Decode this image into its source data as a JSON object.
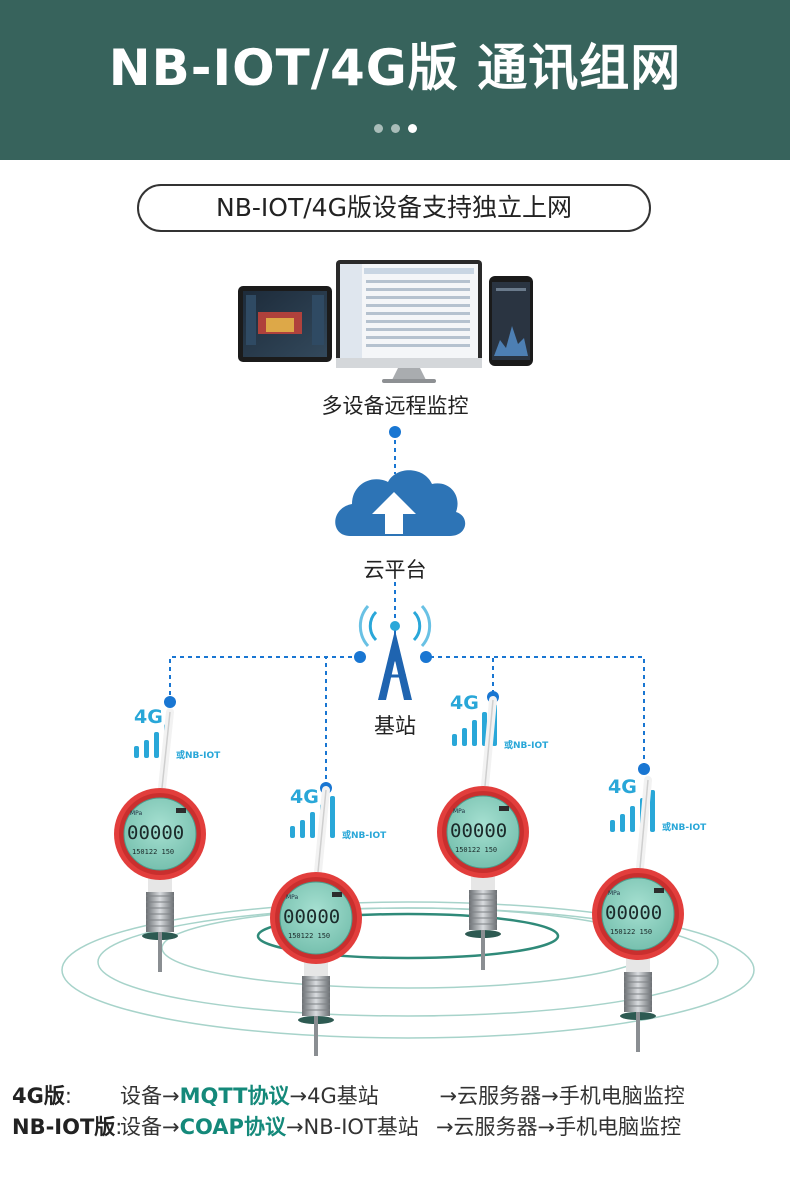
{
  "header": {
    "title": "NB-IOT/4G版 通讯组网"
  },
  "subtitle": "NB-IOT/4G版设备支持独立上网",
  "labels": {
    "monitor": "多设备远程监控",
    "cloud": "云平台",
    "base_station": "基站"
  },
  "device": {
    "signal_label": "4G",
    "alt_label": "或NB-IOT",
    "display_value": "00000",
    "display_sub": "150122 150",
    "display_unit": "MPa"
  },
  "legend": [
    {
      "name": "4G版",
      "sep": ":",
      "pre": "设备→",
      "protocol": "MQTT协议",
      "rest": "→4G基站",
      "tail": "→云服务器→手机电脑监控"
    },
    {
      "name": "NB-IOT版",
      "sep": ":",
      "pre": "设备→",
      "protocol": "COAP协议",
      "rest": "→NB-IOT基站",
      "tail": "→云服务器→手机电脑监控"
    }
  ],
  "colors": {
    "header_bg": "#37635c",
    "accent_blue": "#1976d2",
    "cloud_blue": "#2d74b6",
    "gauge_red": "#e23e3c",
    "lcd_green": "#7fc9b8",
    "protocol_green": "#14897a"
  }
}
